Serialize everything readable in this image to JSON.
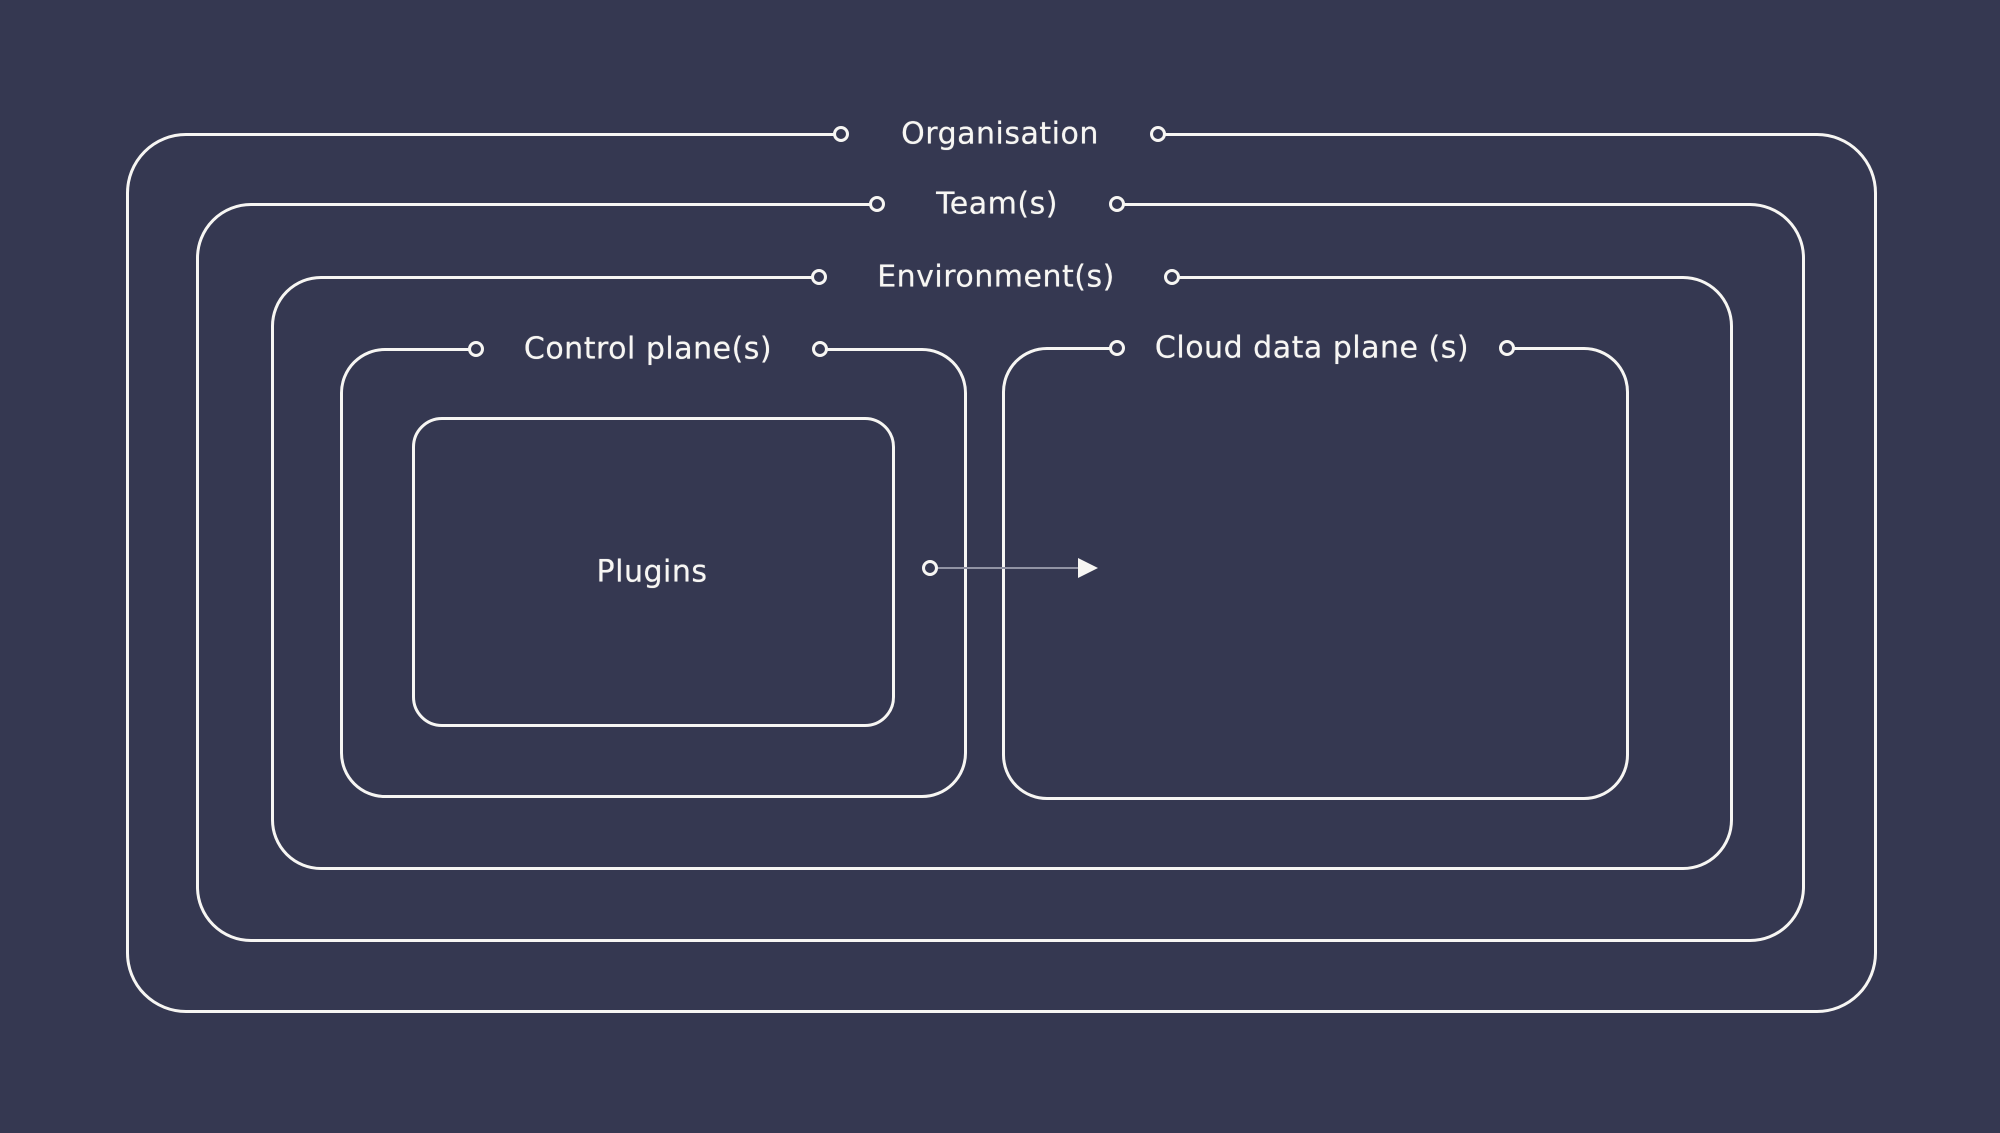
{
  "colors": {
    "background": "#353851",
    "line": "#f7f6f3",
    "arrow_line": "#9193a4"
  },
  "boxes": {
    "organisation": {
      "label": "Organisation"
    },
    "teams": {
      "label": "Team(s)"
    },
    "environments": {
      "label": "Environment(s)"
    },
    "control_plane": {
      "label": "Control plane(s)"
    },
    "cloud_data_plane": {
      "label": "Cloud data plane (s)"
    },
    "plugins": {
      "label": "Plugins"
    }
  },
  "arrow": {
    "from": "plugins",
    "to": "cloud_data_plane",
    "direction": "right"
  }
}
